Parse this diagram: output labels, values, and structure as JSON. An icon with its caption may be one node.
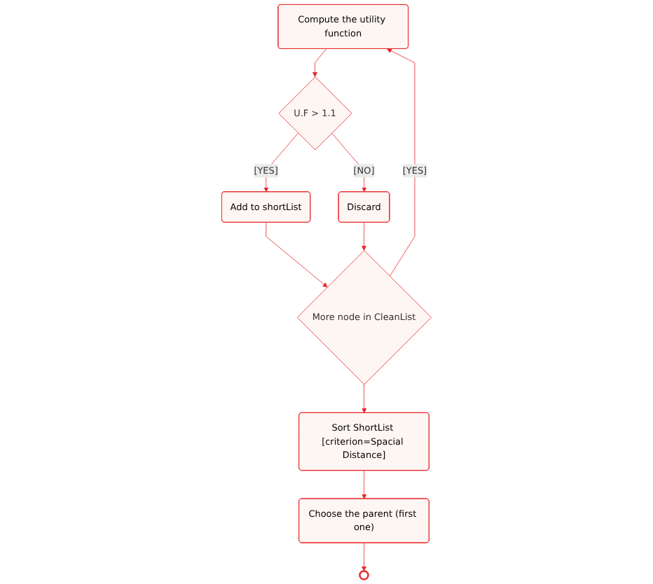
{
  "diagram": {
    "nodes": [
      {
        "text": [
          "Compute the utility function"
        ]
      },
      {
        "text": [
          "U.F > 1.1"
        ]
      },
      {
        "text": [
          "Add to shortList"
        ]
      },
      {
        "text": [
          "Discard"
        ]
      },
      {
        "text": [
          "More node in CleanList"
        ]
      },
      {
        "text": [
          "Sort ShortList [criterion=Spacial Distance]"
        ]
      },
      {
        "text": [
          "Choose the parent (first one)"
        ]
      },
      {
        "text": [],
        "shape": "circle"
      }
    ],
    "edges": [
      {
        "from": 0,
        "to": 1,
        "arrow": "to"
      },
      {
        "from": 1,
        "to": 2,
        "arrow": "to",
        "label": "[YES]"
      },
      {
        "from": 1,
        "to": 3,
        "arrow": "to",
        "label": "[NO]"
      },
      {
        "from": 2,
        "to": 4,
        "arrow": "to"
      },
      {
        "from": 3,
        "to": 4,
        "arrow": "to"
      },
      {
        "from": 4,
        "to": 0,
        "arrow": "to",
        "label": "[YES]"
      },
      {
        "from": 4,
        "to": 5,
        "arrow": "to"
      },
      {
        "from": 5,
        "to": 6,
        "arrow": "to"
      },
      {
        "from": 6,
        "to": 7,
        "arrow": "to"
      }
    ]
  }
}
